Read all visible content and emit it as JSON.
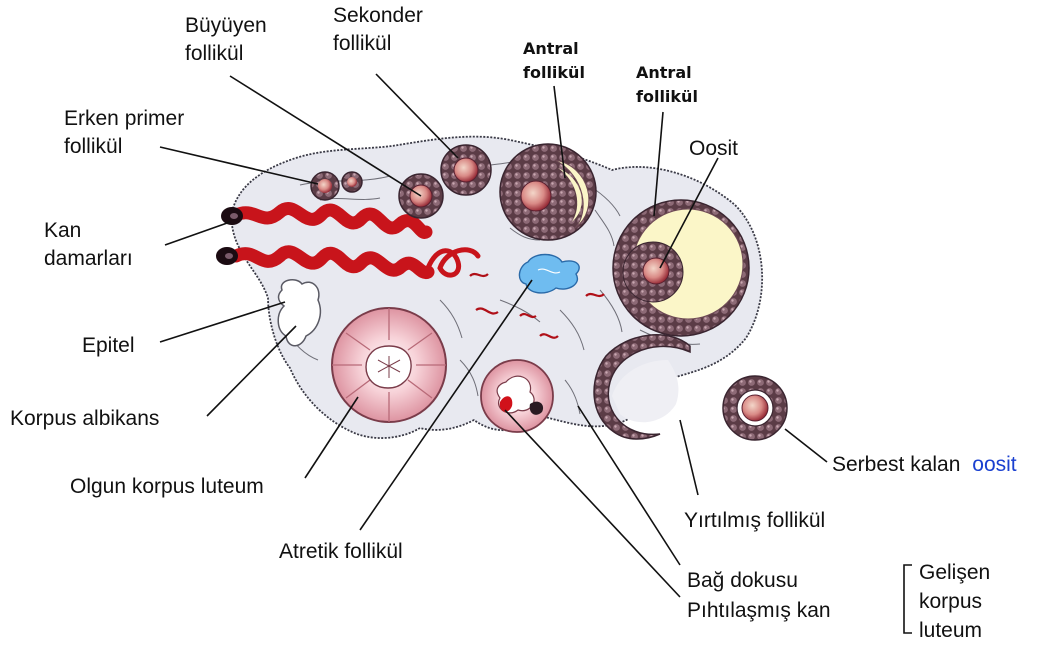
{
  "labels": {
    "buyuyen_follikul": [
      "Büyüyen",
      "follikül"
    ],
    "sekonder_follikul": [
      "Sekonder",
      "follikül"
    ],
    "antral_follikul_1": [
      "Antral",
      "follikül"
    ],
    "antral_follikul_2": [
      "Antral",
      "follikül"
    ],
    "oosit": "Oosit",
    "erken_primer_follikul": [
      "Erken primer",
      "follikül"
    ],
    "kan_damarlari": [
      "Kan",
      "damarları"
    ],
    "epitel": "Epitel",
    "korpus_albikans": "Korpus albikans",
    "olgun_korpus_luteum": "Olgun korpus luteum",
    "atretik_follikul": "Atretik follikül",
    "serbest_kalan": "Serbest kalan",
    "serbest_kalan_oosit": "oosit",
    "yirtilmis_follikul": "Yırtılmış follikül",
    "bag_dokusu": "Bağ dokusu",
    "pihtilasmis_kan": "Pıhtılaşmış kan",
    "gelisen_korpus_luteum": [
      "Gelişen",
      "korpus",
      "luteum"
    ]
  },
  "colors": {
    "stroma": "#e9eaf1",
    "vessel": "#c8141b",
    "follicle_cells": "#6e4a55",
    "antrum": "#fbf6c8",
    "oocyte": "#c0445a",
    "luteum": "#efb8c2",
    "atretic": "#6fbcf0",
    "label_accent": "#1a40d0"
  }
}
